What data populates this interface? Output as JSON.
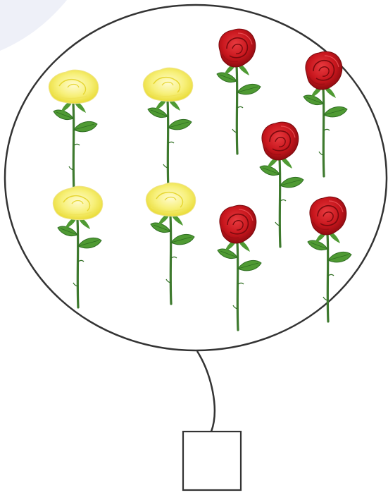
{
  "colors": {
    "background": "#ffffff",
    "corner_shape": "#eef0f8",
    "outline": "#333333",
    "red_rose": "#c8161d",
    "red_rose_dark": "#8e0b10",
    "yellow_rose": "#f4ec4a",
    "yellow_rose_light": "#fffbd0",
    "stem": "#3e7a2e",
    "leaf": "#4f9a33",
    "leaf_dark": "#2f6e22"
  },
  "group": {
    "shape": "ellipse",
    "roses": [
      {
        "color": "yellow"
      },
      {
        "color": "yellow"
      },
      {
        "color": "red"
      },
      {
        "color": "red"
      },
      {
        "color": "red"
      },
      {
        "color": "yellow"
      },
      {
        "color": "yellow"
      },
      {
        "color": "red"
      },
      {
        "color": "red"
      }
    ]
  },
  "answer_box": {
    "value": ""
  }
}
